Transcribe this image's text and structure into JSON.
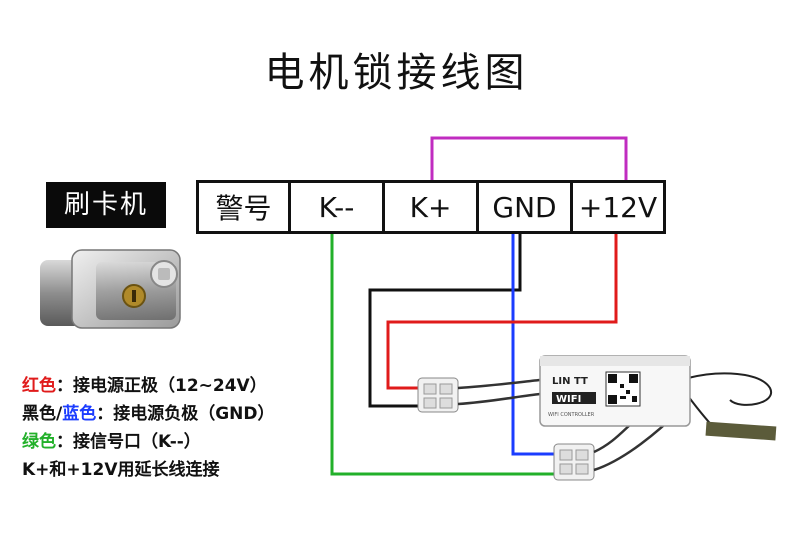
{
  "title": "电机锁接线图",
  "reader_label": "刷卡机",
  "terminals": [
    "警号",
    "K--",
    "K+",
    "GND",
    "+12V"
  ],
  "legend": {
    "line1_color_word": "红色",
    "line1_text": "：接电源正极（12~24V）",
    "line2_color_word_black": "黑色",
    "line2_slash": "/",
    "line2_color_word_blue": "蓝色",
    "line2_text": "：接电源负极（GND）",
    "line3_color_word": "绿色",
    "line3_text": "：接信号口（K--）",
    "line4_text": "K+和+12V用延长线连接"
  },
  "controller": {
    "brand": "LIN TT",
    "wifi": "WIFI",
    "sub": "WIFI CONTROLLER"
  },
  "colors": {
    "red": "#e01b1b",
    "blue": "#1b3cff",
    "green": "#22b02a",
    "purple": "#c02cc0",
    "black": "#111111"
  }
}
